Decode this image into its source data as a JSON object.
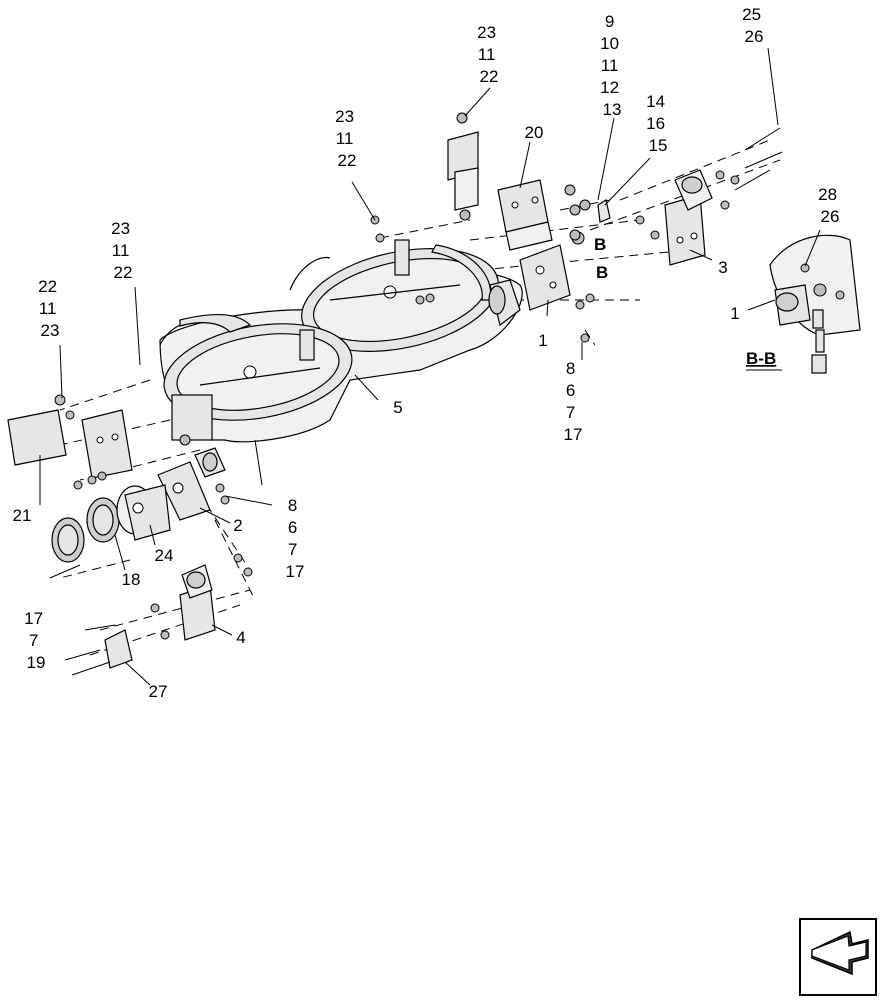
{
  "diagram": {
    "callouts": [
      {
        "id": "c-top-a",
        "lines": [
          "23",
          "11",
          "22"
        ]
      },
      {
        "id": "c-top-b",
        "lines": [
          "9",
          "10",
          "11",
          "12",
          "13"
        ]
      },
      {
        "id": "c-top-c",
        "lines": [
          "25",
          "26"
        ]
      },
      {
        "id": "c-20",
        "lines": [
          "20"
        ]
      },
      {
        "id": "c-mid-a",
        "lines": [
          "14",
          "16",
          "15"
        ]
      },
      {
        "id": "c-mid-b",
        "lines": [
          "23",
          "11",
          "22"
        ]
      },
      {
        "id": "c-28",
        "lines": [
          "28",
          "26"
        ]
      },
      {
        "id": "c-3",
        "lines": [
          "3"
        ]
      },
      {
        "id": "c-1a",
        "lines": [
          "1"
        ]
      },
      {
        "id": "c-1b",
        "lines": [
          "1"
        ]
      },
      {
        "id": "c-left-a",
        "lines": [
          "23",
          "11",
          "22"
        ]
      },
      {
        "id": "c-left-b",
        "lines": [
          "22",
          "11",
          "23"
        ]
      },
      {
        "id": "c-5",
        "lines": [
          "5"
        ]
      },
      {
        "id": "c-8a",
        "lines": [
          "8",
          "6",
          "7",
          "17"
        ]
      },
      {
        "id": "c-8b",
        "lines": [
          "8",
          "6",
          "7",
          "17"
        ]
      },
      {
        "id": "c-21",
        "lines": [
          "21"
        ]
      },
      {
        "id": "c-2",
        "lines": [
          "2"
        ]
      },
      {
        "id": "c-24",
        "lines": [
          "24"
        ]
      },
      {
        "id": "c-18",
        "lines": [
          "18"
        ]
      },
      {
        "id": "c-17",
        "lines": [
          "17",
          "7",
          "19"
        ]
      },
      {
        "id": "c-4",
        "lines": [
          "4"
        ]
      },
      {
        "id": "c-27",
        "lines": [
          "27"
        ]
      }
    ],
    "section_marks": [
      "B",
      "B"
    ],
    "section_view_label": "B-B"
  },
  "nav": {
    "next_page_icon": "arrow-next-icon"
  }
}
